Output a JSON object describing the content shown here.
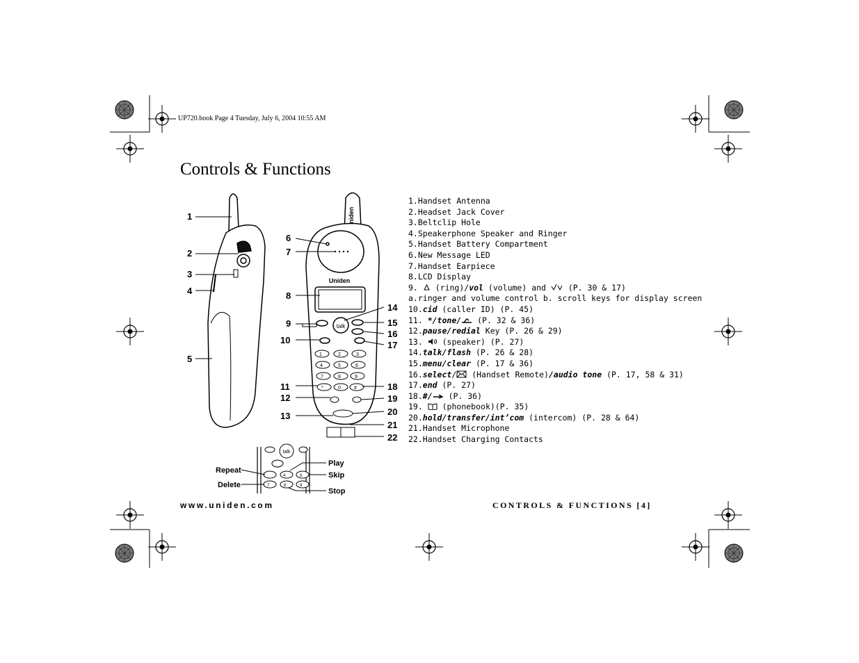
{
  "header": "UP720.book  Page 4  Tuesday, July 6, 2004  10:55 AM",
  "title": "Controls & Functions",
  "brand_on_antenna": "Uniden",
  "brand_on_face": "Uniden",
  "keys": {
    "talk": "talk",
    "k1": "1",
    "k2": "2",
    "k3": "3",
    "k4": "4",
    "k5": "5",
    "k6": "6",
    "k7": "7",
    "k8": "8",
    "k9": "9",
    "k0": "0",
    "star": "*",
    "hash": "#"
  },
  "callouts": [
    "1",
    "2",
    "3",
    "4",
    "5",
    "6",
    "7",
    "8",
    "9",
    "10",
    "11",
    "12",
    "13",
    "14",
    "15",
    "16",
    "17",
    "18",
    "19",
    "20",
    "21",
    "22"
  ],
  "inset_labels": {
    "repeat": "Repeat",
    "delete": "Delete",
    "play": "Play",
    "skip": "Skip",
    "stop": "Stop"
  },
  "items": {
    "i1": "1.Handset Antenna",
    "i2": "2.Headset Jack Cover",
    "i3": "3.Beltclip Hole",
    "i4": "4.Speakerphone Speaker and Ringer",
    "i5": "5.Handset Battery Compartment",
    "i6": "6.New Message LED",
    "i7": "7.Handset Earpiece",
    "i8": "8.LCD Display",
    "i9": {
      "num": "9.",
      "a": " (ring)/",
      "vol": "vol",
      "b": " (volume) and ",
      "c": " (P. 30 & 17)"
    },
    "i9a": "a.ringer and volume control   b. scroll keys for display screen",
    "i10": {
      "num": "10.",
      "kw": "cid",
      "rest": " (caller ID) (P. 45)"
    },
    "i11": {
      "num": "11. ",
      "kw": "*/tone/",
      "rest": " (P. 32 & 36)"
    },
    "i12": {
      "num": "12.",
      "kw": "pause/redial",
      "rest": " Key (P. 26 & 29)"
    },
    "i13": {
      "num": "13. ",
      "rest": " (speaker) (P. 27)"
    },
    "i14": {
      "num": "14.",
      "kw": "talk/flash",
      "rest": " (P. 26 & 28)"
    },
    "i15": {
      "num": "15.",
      "kw": "menu/clear",
      "rest": " (P. 17 & 36)"
    },
    "i16": {
      "num": "16.",
      "kw": "select",
      "slash": "/",
      "mid": " (Handset Remote)",
      "kw2": "/audio tone",
      "rest": " (P. 17, 58 & 31)"
    },
    "i17": {
      "num": "17.",
      "kw": "end",
      "rest": " (P. 27)"
    },
    "i18": {
      "num": "18.",
      "kw": "#/",
      "rest": " (P. 36)"
    },
    "i19": {
      "num": "19. ",
      "rest": " (phonebook)(P. 35)"
    },
    "i20": {
      "num": "20.",
      "kw": "hold/transfer/int’com",
      "rest": " (intercom) (P. 28 & 64)"
    },
    "i21": "21.Handset Microphone",
    "i22": "22.Handset Charging Contacts"
  },
  "footer_left": "www.uniden.com",
  "footer_right": "CONTROLS & FUNCTIONS [4]",
  "icons": [
    "ring-bell-icon",
    "volume-up-down-icon",
    "pulse-tone-icon",
    "speaker-icon",
    "envelope-icon",
    "hash-arrow-icon",
    "phonebook-icon",
    "registration-mark-icon",
    "crop-mark-icon"
  ]
}
